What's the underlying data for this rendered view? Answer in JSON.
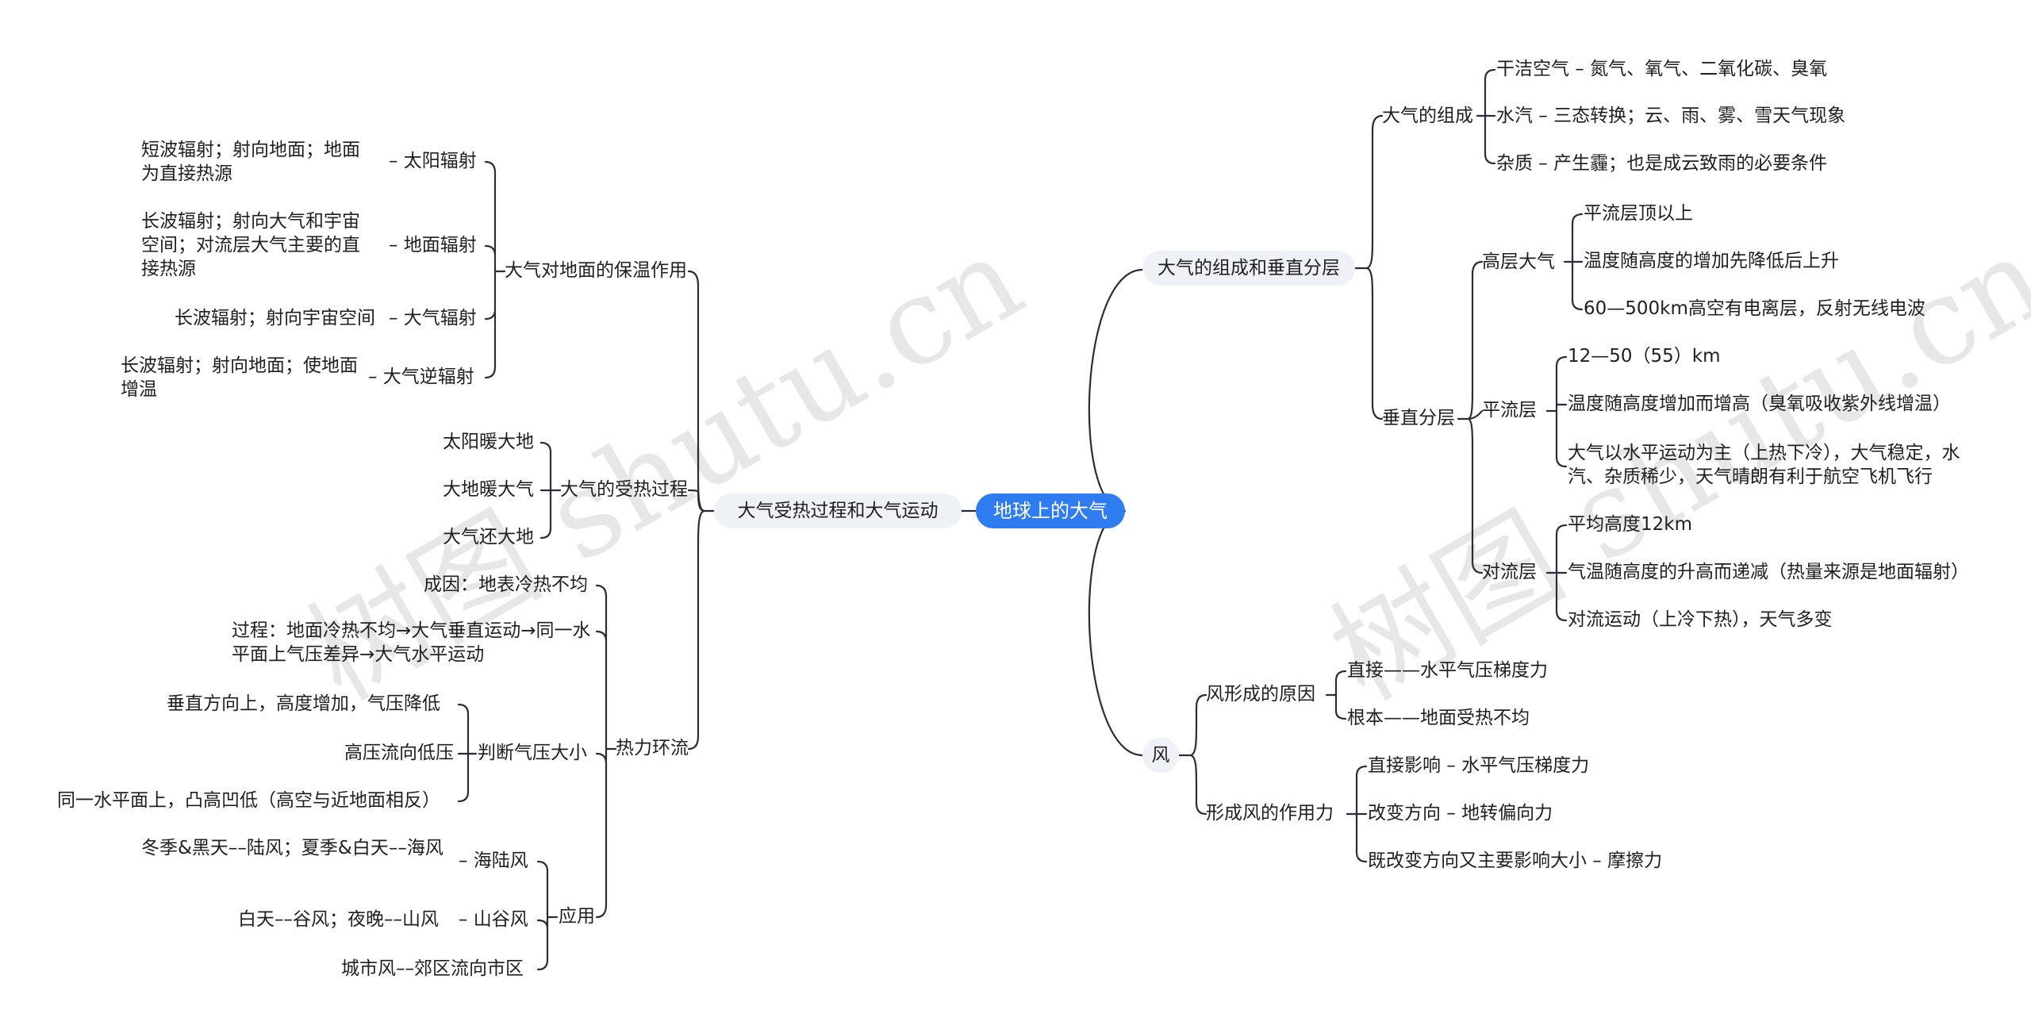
{
  "watermark": "树图 shutu.cn",
  "root": "地球上的大气",
  "right": {
    "b1": {
      "label": "大气的组成和垂直分层",
      "c1": {
        "label": "大气的组成",
        "items": [
          "干洁空气 – 氮气、氧气、二氧化碳、臭氧",
          "水汽 – 三态转换；云、雨、雾、雪天气现象",
          "杂质 – 产生霾；也是成云致雨的必要条件"
        ]
      },
      "c2": {
        "label": "垂直分层",
        "g1": {
          "label": "高层大气",
          "items": [
            "平流层顶以上",
            "温度随高度的增加先降低后上升",
            "60—500km高空有电离层，反射无线电波"
          ]
        },
        "g2": {
          "label": "平流层",
          "items": [
            "12—50（55）km",
            "温度随高度增加而增高（臭氧吸收紫外线增温）",
            "大气以水平运动为主（上热下冷），大气稳定，水汽、杂质稀少，天气晴朗有利于航空飞机飞行"
          ]
        },
        "g3": {
          "label": "对流层",
          "items": [
            "平均高度12km",
            "气温随高度的升高而递减（热量来源是地面辐射）",
            "对流运动（上冷下热），天气多变"
          ]
        }
      }
    },
    "b2": {
      "label": "风",
      "c1": {
        "label": "风形成的原因",
        "items": [
          "直接——水平气压梯度力",
          "根本——地面受热不均"
        ]
      },
      "c2": {
        "label": "形成风的作用力",
        "items": [
          "直接影响 – 水平气压梯度力",
          "改变方向 – 地转偏向力",
          "既改变方向又主要影响大小 – 摩擦力"
        ]
      }
    }
  },
  "left": {
    "b1": {
      "label": "大气受热过程和大气运动",
      "c1": {
        "label": "大气对地面的保温作用",
        "items": [
          {
            "label": "– 太阳辐射",
            "desc": "短波辐射；射向地面；地面为直接热源"
          },
          {
            "label": "– 地面辐射",
            "desc": "长波辐射；射向大气和宇宙空间；对流层大气主要的直接热源"
          },
          {
            "label": "– 大气辐射",
            "desc": "长波辐射；射向宇宙空间"
          },
          {
            "label": "– 大气逆辐射",
            "desc": "长波辐射；射向地面；使地面增温"
          }
        ]
      },
      "c2": {
        "label": "大气的受热过程",
        "items": [
          "太阳暖大地",
          "大地暖大气",
          "大气还大地"
        ]
      },
      "c3": {
        "label": "热力环流",
        "i1": "成因：地表冷热不均",
        "i2": "过程：地面冷热不均→大气垂直运动→同一水平面上气压差异→大气水平运动",
        "g1": {
          "label": "判断气压大小",
          "items": [
            "垂直方向上，高度增加，气压降低",
            "高压流向低压",
            "同一水平面上，凸高凹低（高空与近地面相反）"
          ]
        },
        "g2": {
          "label": "应用",
          "items": [
            {
              "label": "– 海陆风",
              "desc": "冬季&黑天––陆风；夏季&白天––海风"
            },
            {
              "label": "– 山谷风",
              "desc": "白天––谷风；夜晚––山风"
            },
            {
              "label": "城市风––郊区流向市区",
              "desc": ""
            }
          ]
        }
      }
    }
  }
}
